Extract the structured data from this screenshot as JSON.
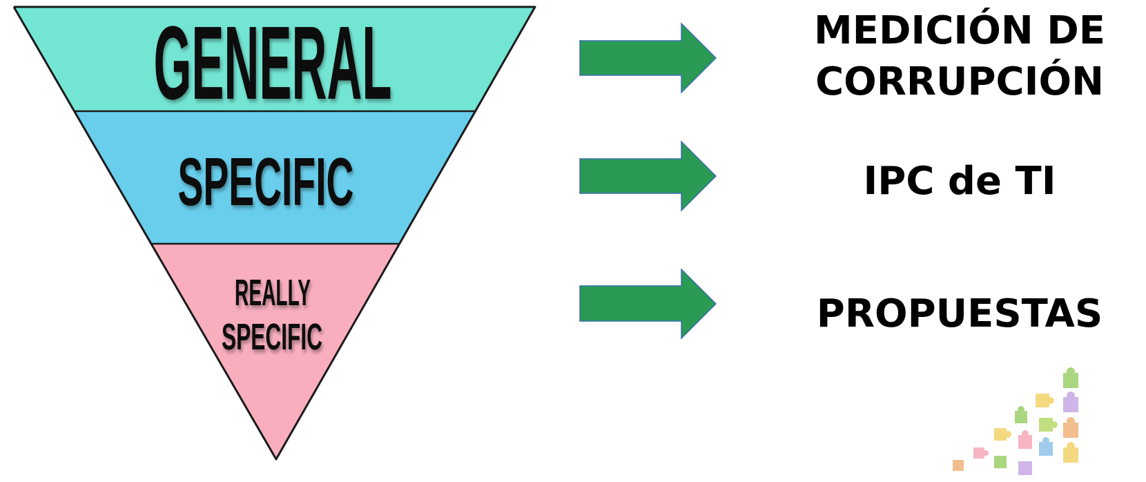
{
  "funnel": {
    "levels": [
      {
        "label_lines": [
          "GENERAL"
        ],
        "color": "#73E5D3"
      },
      {
        "label_lines": [
          "SPECIFIC"
        ],
        "color": "#68CEEC"
      },
      {
        "label_lines": [
          "REALLY",
          "SPECIFIC"
        ],
        "color": "#F9AEBE"
      }
    ],
    "outline_color": "#1a1a1a"
  },
  "arrows": {
    "color": "#2A9A54",
    "edge_color": "#3B6FB0",
    "count": 3
  },
  "labels": {
    "medicion_line1": "MEDICIÓN DE",
    "medicion_line2": "CORRUPCIÓN",
    "ipc": "IPC de TI",
    "propuestas": "PROPUESTAS"
  },
  "decoration": {
    "icon": "puzzle-pieces-icon"
  }
}
